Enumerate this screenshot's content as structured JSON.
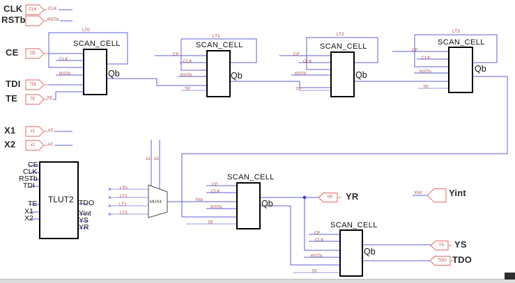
{
  "colors": {
    "wire": "#5c5cdb",
    "wire_light": "#9a9aec",
    "port_outline": "#e88080",
    "net_label": "#a34747",
    "block_border": "#000000",
    "background": "#ffffff"
  },
  "ports": {
    "inputs": [
      {
        "label": "CLK",
        "port_text": "CLK",
        "net_label": "CLK"
      },
      {
        "label": "RSTb",
        "port_text": "",
        "net_label": "RSTb"
      },
      {
        "label": "CE",
        "port_text": "CE",
        "net_label": ""
      },
      {
        "label": "TDI",
        "port_text": "TDI",
        "net_label": ""
      },
      {
        "label": "TE",
        "port_text": "TE",
        "net_label": "TE"
      },
      {
        "label": "X1",
        "port_text": "x1",
        "net_label": "x1"
      },
      {
        "label": "X2",
        "port_text": "x2",
        "net_label": "x2"
      }
    ],
    "outputs": [
      {
        "label": "YR",
        "port_text": "YR"
      },
      {
        "label": "Yint",
        "port_text": "",
        "net_label": "Yint"
      },
      {
        "label": "YS",
        "port_text": "YS"
      },
      {
        "label": "TDO",
        "port_text": "TDO"
      }
    ]
  },
  "components": {
    "scan_cells": [
      {
        "title": "SCAN_CELL",
        "loop_net": "LT0",
        "qb": "Qb",
        "pins": {
          "clk": "CLK",
          "rstb": "RSTb"
        }
      },
      {
        "title": "SCAN_CELL",
        "loop_net": "LT1",
        "qb": "Qb",
        "pins": {
          "ce": "CE",
          "clk": "CLK",
          "rstb": "RSTb",
          "te": "TE"
        }
      },
      {
        "title": "SCAN_CELL",
        "loop_net": "LT2",
        "qb": "Qb",
        "pins": {
          "ce": "CE",
          "clk": "CLK",
          "rstb": "RSTb",
          "te": "TE"
        }
      },
      {
        "title": "SCAN_CELL",
        "loop_net": "LT3",
        "qb": "Qb",
        "pins": {
          "ce": "CE",
          "clk": "CLK",
          "rstb": "RSTb",
          "te": "TE"
        }
      },
      {
        "title": "SCAN_CELL",
        "qb": "Qb",
        "pins": {
          "ce": "CE",
          "clk": "CLK",
          "d": "Yint",
          "rstb": "RSTb",
          "te": "TE"
        }
      },
      {
        "title": "SCAN_CELL",
        "qb": "Qb",
        "pins": {
          "ce": "CE",
          "clk": "CLK",
          "rstb": "RSTb",
          "te": "TE"
        }
      }
    ],
    "tlut2": {
      "title": "TLUT2",
      "left_pins": [
        "CE",
        "CLK",
        "RSTb",
        "TDI",
        "TE",
        "X1",
        "X2"
      ],
      "right_pins": [
        "TDO",
        "Yint",
        "YS",
        "YR"
      ]
    },
    "mux": {
      "label": "MUX4",
      "input_nets": [
        "LT0",
        "LT1",
        "LT2",
        "LT3"
      ],
      "select_nets": [
        "x1",
        "x2"
      ],
      "output_net": "Yint"
    }
  }
}
